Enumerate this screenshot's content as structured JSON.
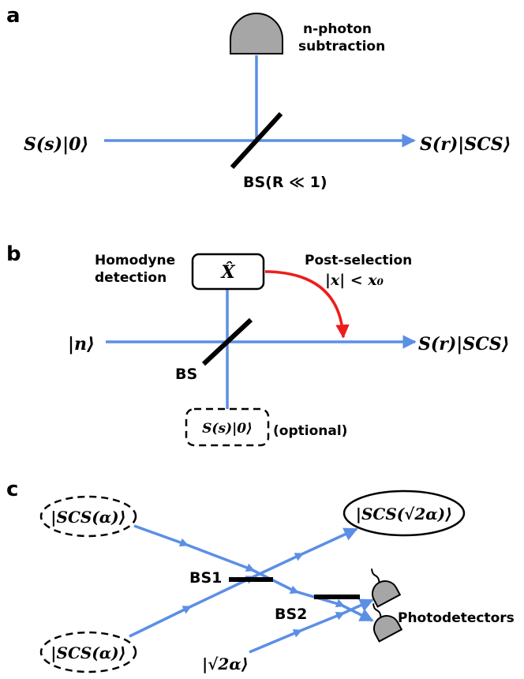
{
  "colors": {
    "beam": "#5b8fe6",
    "detector": "#a6a6a6",
    "arrow_red": "#ee1c1c",
    "stroke": "#000000"
  },
  "panel_a": {
    "tag": "a",
    "input": "S(s)|0⟩",
    "output": "S(r)|SCS⟩",
    "bs_label": "BS(R ≪ 1)",
    "detector_label_1": "n-photon",
    "detector_label_2": "subtraction"
  },
  "panel_b": {
    "tag": "b",
    "input": "|n⟩",
    "output": "S(r)|SCS⟩",
    "bs_label": "BS",
    "homodyne_label_1": "Homodyne",
    "homodyne_label_2": "detection",
    "box_symbol": "X̂",
    "post_label_1": "Post-selection",
    "post_label_2": "|x| < x₀",
    "bottom_box": "S(s)|0⟩",
    "optional": "(optional)"
  },
  "panel_c": {
    "tag": "c",
    "top_left": "|SCS(α)⟩",
    "bottom_left": "|SCS(α)⟩",
    "output": "|SCS(√2α)⟩",
    "bs1_label": "BS1",
    "bs2_label": "BS2",
    "aux_input": "|√2α⟩",
    "detectors_label": "Photodetectors"
  }
}
